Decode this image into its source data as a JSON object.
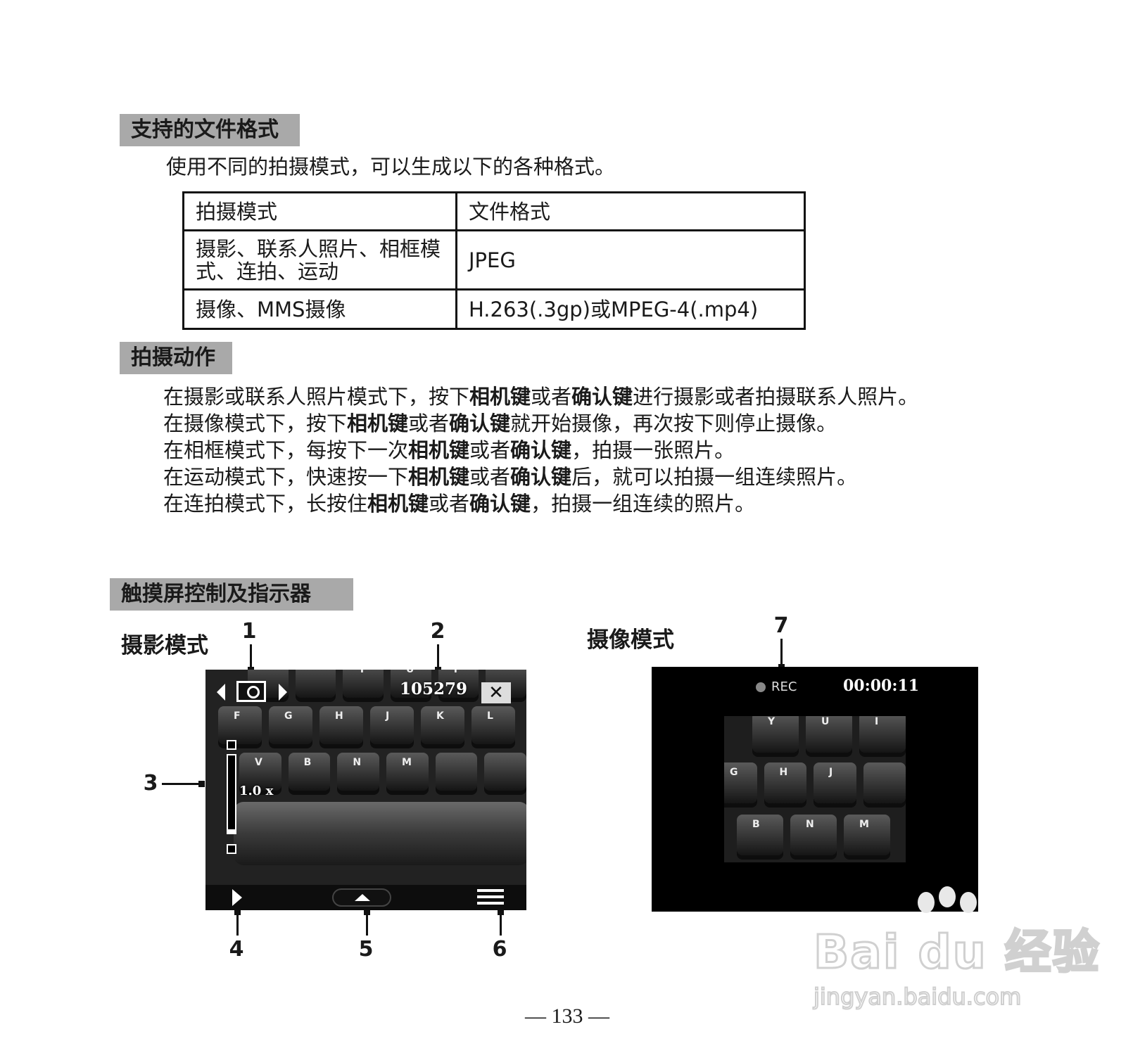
{
  "sections": {
    "formats": {
      "title": "支持的文件格式",
      "intro": "使用不同的拍摄模式，可以生成以下的各种格式。",
      "table": {
        "headers": [
          "拍摄模式",
          "文件格式"
        ],
        "rows": [
          [
            "摄影、联系人照片、相框模式、连拍、运动",
            "JPEG"
          ],
          [
            "摄像、MMS摄像",
            "H.263(.3gp)或MPEG-4(.mp4)"
          ]
        ]
      }
    },
    "actions": {
      "title": "拍摄动作",
      "paragraphs": [
        {
          "a": "在摄影或联系人照片模式下，按下",
          "b1": "相机键",
          "c": "或者",
          "b2": "确认键",
          "d": "进行摄影或者拍摄联系人照片。"
        },
        {
          "a": "在摄像模式下，按下",
          "b1": "相机键",
          "c": "或者",
          "b2": "确认键",
          "d": "就开始摄像，再次按下则停止摄像。"
        },
        {
          "a": "在相框模式下，每按下一次",
          "b1": "相机键",
          "c": "或者",
          "b2": "确认键",
          "d": "，拍摄一张照片。"
        },
        {
          "a": "在运动模式下，快速按一下",
          "b1": "相机键",
          "c": "或者",
          "b2": "确认键",
          "d": "后，就可以拍摄一组连续照片。"
        },
        {
          "a": "在连拍模式下，长按住",
          "b1": "相机键",
          "c": "或者",
          "b2": "确认键",
          "d": "，拍摄一组连续的照片。"
        }
      ]
    },
    "touch": {
      "title": "触摸屏控制及指示器",
      "photo_mode_label": "摄影模式",
      "video_mode_label": "摄像模式"
    }
  },
  "callouts": [
    "1",
    "2",
    "3",
    "4",
    "5",
    "6",
    "7"
  ],
  "photo_screen": {
    "shot_count": "105279",
    "close_symbol": "✕",
    "zoom": "1.0 x",
    "zoom_level_fraction": 0.05,
    "key_letters": {
      "row1": [
        "Y",
        "U",
        "I"
      ],
      "row2": [
        "F",
        "G",
        "H",
        "J",
        "K",
        "L"
      ],
      "row3": [
        "V",
        "B",
        "N",
        "M"
      ]
    }
  },
  "video_screen": {
    "rec_label": "REC",
    "time": "00:00:11",
    "key_letters": {
      "row1": [
        "Y",
        "U",
        "I"
      ],
      "row2": [
        "G",
        "H",
        "J"
      ],
      "row3": [
        "B",
        "N",
        "M"
      ]
    }
  },
  "watermark": {
    "brand": "Bai du 经验",
    "url": "jingyan.baidu.com"
  },
  "page_number": "— 133 —",
  "colors": {
    "section_head_bg": "#a9a9a9",
    "text": "#1a1a1a"
  }
}
